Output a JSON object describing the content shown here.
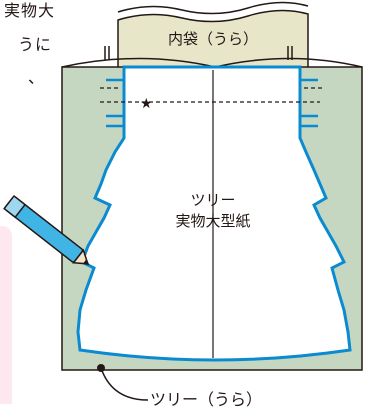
{
  "side_text": [
    "実物大",
    "うに",
    "、"
  ],
  "pocket_label": "内袋（うら）",
  "pattern_label_line1": "ツリー",
  "pattern_label_line2": "実物大型紙",
  "outer_label": "ツリー（うら）",
  "star_glyph": "★",
  "colors": {
    "pocket_fill": "#e7e6c9",
    "fabric_fill": "#c6d7c1",
    "outline_blue": "#0a8bd1",
    "pen_blue": "#3fb4e5",
    "pink_note": "#fde8ef"
  }
}
